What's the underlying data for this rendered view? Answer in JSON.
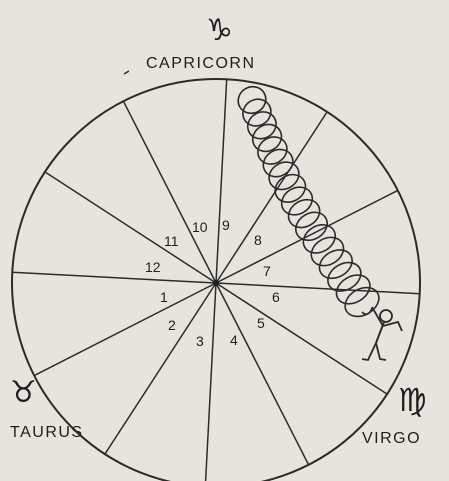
{
  "diagram": {
    "signs": {
      "top": {
        "glyph": "♑",
        "name": "CAPRICORN"
      },
      "bottom_left": {
        "glyph": "♉",
        "name": "TAURUS"
      },
      "bottom_right": {
        "glyph": "♍",
        "name": "VIRGO"
      }
    },
    "houses": [
      "1",
      "2",
      "3",
      "4",
      "5",
      "6",
      "7",
      "8",
      "9",
      "10",
      "11",
      "12"
    ],
    "spoke_count": 12,
    "spring_coils": 17
  }
}
